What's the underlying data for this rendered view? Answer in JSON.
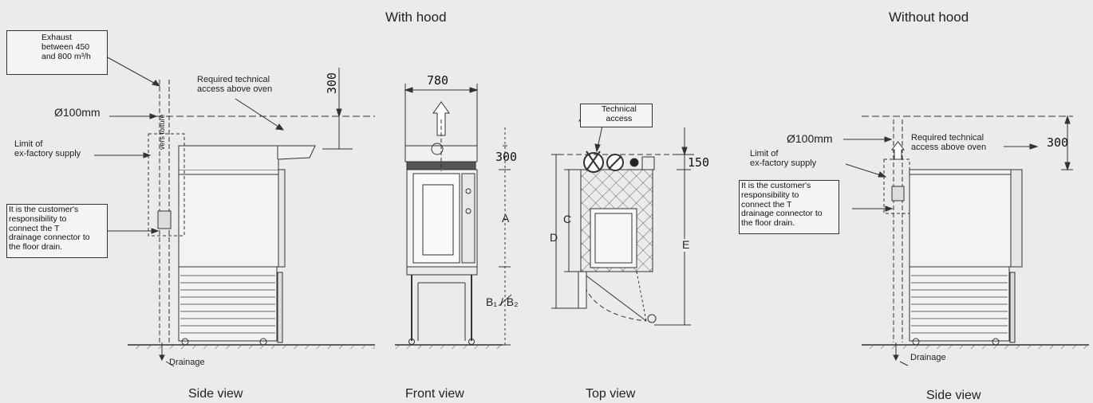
{
  "headings": {
    "with_hood": "With hood",
    "without_hood": "Without hood"
  },
  "views": {
    "side_hood": "Side view",
    "front": "Front view",
    "top": "Top view",
    "side_no_hood": "Side view"
  },
  "side_hood": {
    "exhaust": "Exhaust\nbetween 450\nand 800 m³/h",
    "diameter": "Ø100mm",
    "pipe_text": "vers toiture",
    "required_access": "Required technical\naccess above oven",
    "dim_300": "300",
    "limit_supply": "Limit of\nex-factory supply",
    "responsibility": "It is the customer's\nresponsibility to\nconnect the T\ndrainage connector to\nthe floor drain.",
    "drainage": "Drainage"
  },
  "front": {
    "dim_780": "780",
    "dim_300": "300",
    "dim_a": "A",
    "dim_b": "B₁ / B₂"
  },
  "top": {
    "technical_access": "Technical\naccess",
    "dim_150": "150",
    "dim_c": "C",
    "dim_d": "D",
    "dim_e": "E"
  },
  "side_no_hood": {
    "diameter": "Ø100mm",
    "required_access": "Required technical\naccess above oven",
    "dim_300": "300",
    "limit_supply": "Limit of\nex-factory supply",
    "responsibility": "It is the customer's\nresponsibility to\nconnect the T\ndrainage connector to\nthe floor drain.",
    "drainage": "Drainage"
  }
}
